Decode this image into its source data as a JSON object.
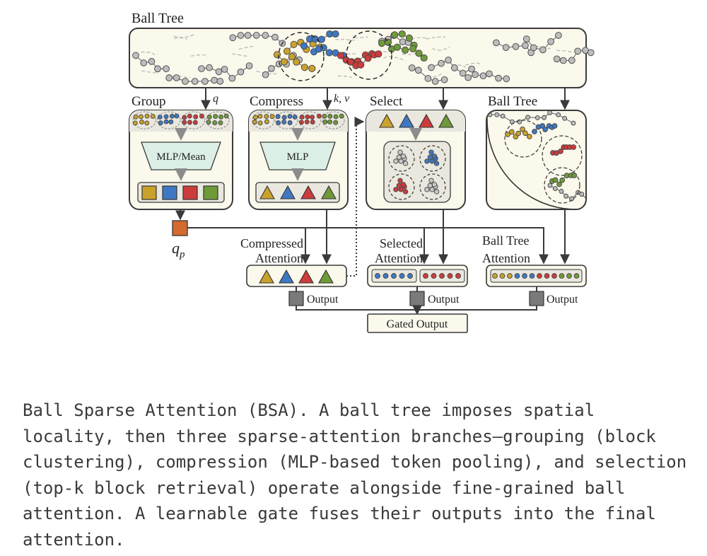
{
  "labels": {
    "ball_tree_top": "Ball Tree",
    "group": "Group",
    "compress": "Compress",
    "select": "Select",
    "ball_tree_panel": "Ball Tree",
    "q": "q",
    "kv": "k, v",
    "mlp_mean": "MLP/Mean",
    "mlp": "MLP",
    "qp_base": "q",
    "qp_sub": "p",
    "compressed_attention_l1": "Compressed",
    "compressed_attention_l2": "Attention",
    "selected_attention_l1": "Selected",
    "selected_attention_l2": "Attention",
    "balltree_attention_l1": "Ball Tree",
    "balltree_attention_l2": "Attention",
    "output": "Output",
    "gated_output": "Gated Output"
  },
  "colors": {
    "yellow": "#c9a22c",
    "blue": "#3f78c2",
    "red": "#cc3c3c",
    "green": "#6f9a3a",
    "orange": "#d46a2e",
    "gray_node": "#bdbdbd",
    "panel_bg": "#fbf8ec",
    "header_bg": "#e9e7de",
    "mlp_fill": "#dcefe6",
    "line": "#3a3a3a",
    "caption_text": "#3a3a3a"
  },
  "caption": "Ball Sparse Attention (BSA). A ball tree imposes spatial locality, then three sparse-attention branches—grouping (block clustering), compression (MLP-based token pooling), and selection (top-k block retrieval) operate alongside fine-grained ball attention. A learnable gate fuses their outputs into the final attention."
}
